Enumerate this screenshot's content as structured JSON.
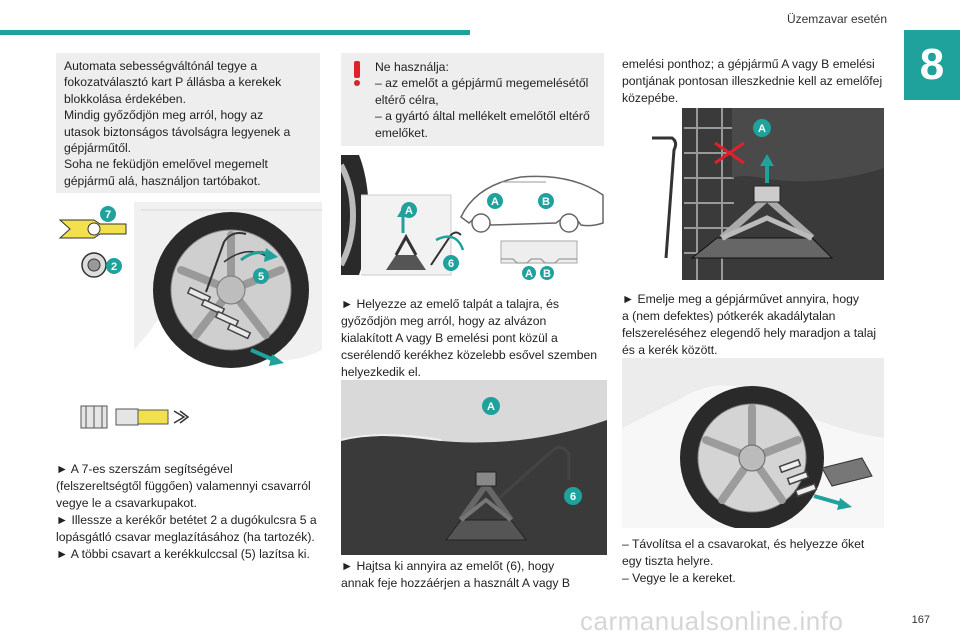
{
  "header": {
    "title": "Üzemzavar esetén",
    "chapter": "8"
  },
  "page_number": "167",
  "watermark": "carmanualsonline.info",
  "col1": {
    "note_lines": "Automata sebességváltónál tegye a\nfokozatválasztó kart P állásba a kerekek\nblokkolása érdekében.\nMindig győződjön meg arról, hogy az\nutasok biztonságos távolságra legyenek a\ngépjárműtől.\nSoha ne feküdjön emelővel megemelt\ngépjármű alá, használjon tartóbakot.",
    "fig_labels": {
      "l7": "7",
      "l2": "2",
      "l5": "5"
    },
    "steps": "► A 7-es szerszám segítségével\n(felszereltségtől függően) valamennyi csavarról\nvegye le a csavarkupakot.\n► Illessze a kerékőr betétet 2 a dugókulcsra 5 a\nlopásgátló csavar meglazításához (ha tartozék).\n► A többi csavart a kerékkulccsal (5) lazítsa ki."
  },
  "col2": {
    "warning_icon": "exclamation-icon",
    "warning_text": "Ne használja:\n– az emelőt a gépjármű megemelésétől\neltérő célra,\n– a gyártó által mellékelt emelőtől eltérő\nemelőket.",
    "fig1_labels": {
      "a1": "A",
      "a2": "A",
      "b1": "B",
      "a3": "A",
      "b2": "B",
      "n6": "6"
    },
    "step1": "► Helyezze az emelő talpát a talajra, és\ngyőződjön meg arról, hogy az alvázon\nkialakított A vagy B emelési pont közül a\ncserélendő kerékhez közelebb esővel szemben\nhelyezkedik el.",
    "fig2_labels": {
      "a": "A",
      "n6": "6"
    },
    "step2": "► Hajtsa ki annyira az emelőt (6), hogy\nannak feje hozzáérjen a használt A vagy B"
  },
  "col3": {
    "cont": "emelési ponthoz; a gépjármű A vagy B emelési\npontjának pontosan illeszkednie kell az emelőfej\nközepébe.",
    "fig1_labels": {
      "a": "A"
    },
    "step": "► Emelje meg a gépjárművet annyira, hogy\na (nem defektes) pótkerék akadálytalan\nfelszereléséhez elegendő hely maradjon a talaj\nés a kerék között.",
    "final": "– Távolítsa el a csavarokat, és helyezze őket\negy tiszta helyre.\n– Vegye le a kereket."
  },
  "colors": {
    "accent": "#1fa19c",
    "note_bg": "#eeeeee",
    "warning": "#e0202a",
    "tool_yellow": "#f2e14c"
  }
}
